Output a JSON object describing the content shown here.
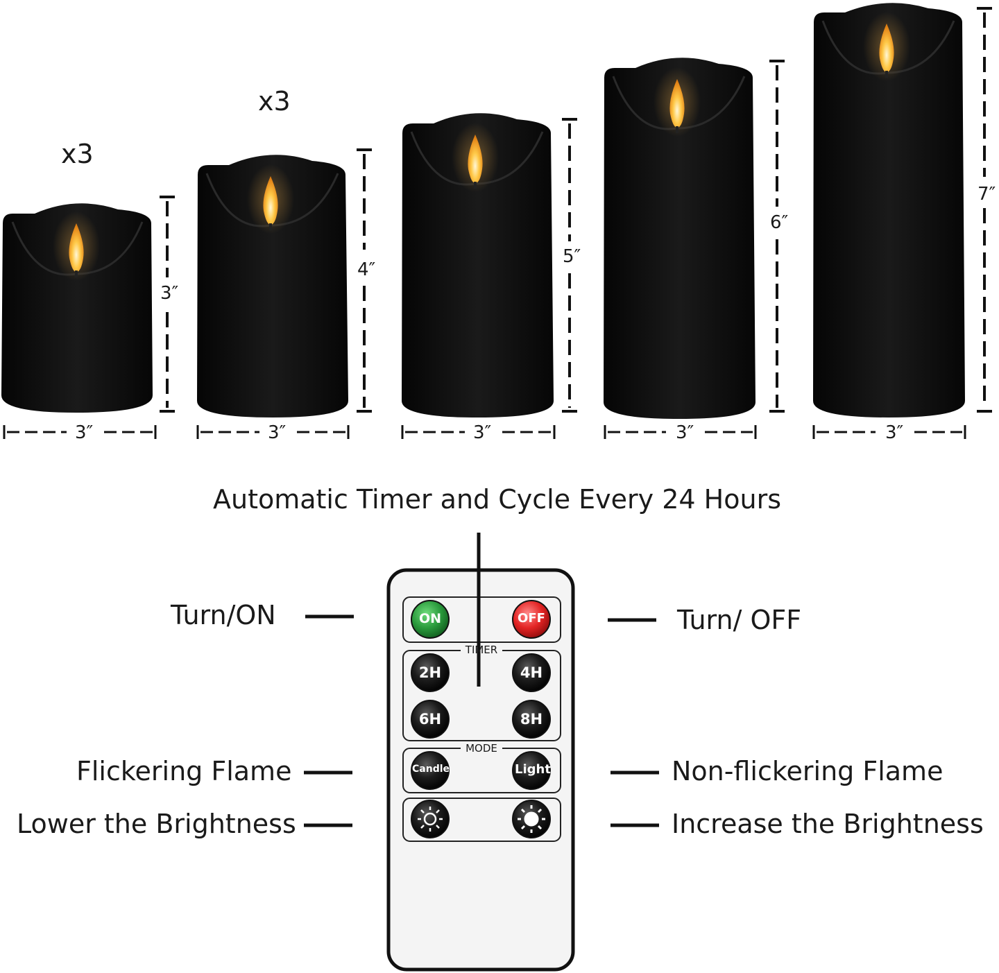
{
  "candles": [
    {
      "height_label": "3″",
      "width_label": "3″",
      "quantity_label": "x3"
    },
    {
      "height_label": "4″",
      "width_label": "3″",
      "quantity_label": "x3"
    },
    {
      "height_label": "5″",
      "width_label": "3″",
      "quantity_label": ""
    },
    {
      "height_label": "6″",
      "width_label": "3″",
      "quantity_label": ""
    },
    {
      "height_label": "7″",
      "width_label": "3″",
      "quantity_label": ""
    }
  ],
  "timer_caption": "Automatic Timer and Cycle Every 24 Hours",
  "callouts": {
    "turn_on": "Turn/ON",
    "turn_off": "Turn/ OFF",
    "flicker": "Flickering Flame",
    "non_flicker": "Non-flickering Flame",
    "lower": "Lower the Brightness",
    "increase": "Increase the Brightness"
  },
  "remote": {
    "on": "ON",
    "off": "OFF",
    "timer_title": "TIMER",
    "timer_buttons": [
      "2H",
      "4H",
      "6H",
      "8H"
    ],
    "mode_title": "MODE",
    "candle": "Candle",
    "light": "Light"
  },
  "colors": {
    "candle": "#0d0d0d",
    "on_button": "#2a9a3c",
    "off_button": "#e32424",
    "flame": "#ffb22e"
  }
}
